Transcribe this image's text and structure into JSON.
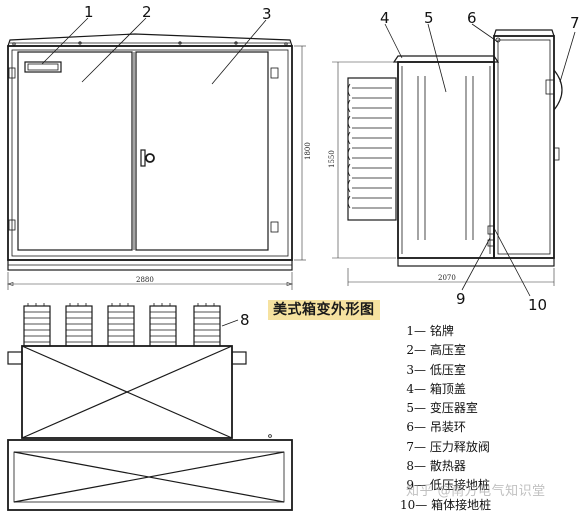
{
  "title": "美式箱变外形图",
  "callouts": [
    "1",
    "2",
    "3",
    "4",
    "5",
    "6",
    "7",
    "8",
    "9",
    "10"
  ],
  "dimensions": {
    "front_width": "2880",
    "front_height": "1800",
    "side_height": "1550",
    "side_width": "2070"
  },
  "legend": [
    {
      "num": "1",
      "label": "铭牌"
    },
    {
      "num": "2",
      "label": "高压室"
    },
    {
      "num": "3",
      "label": "低压室"
    },
    {
      "num": "4",
      "label": "箱顶盖"
    },
    {
      "num": "5",
      "label": "变压器室"
    },
    {
      "num": "6",
      "label": "吊装环"
    },
    {
      "num": "7",
      "label": "压力释放阀"
    },
    {
      "num": "8",
      "label": "散热器"
    },
    {
      "num": "9",
      "label": "低压接地桩"
    },
    {
      "num": "10",
      "label": "箱体接地桩"
    }
  ],
  "watermark": "知乎 @南方电气知识堂"
}
